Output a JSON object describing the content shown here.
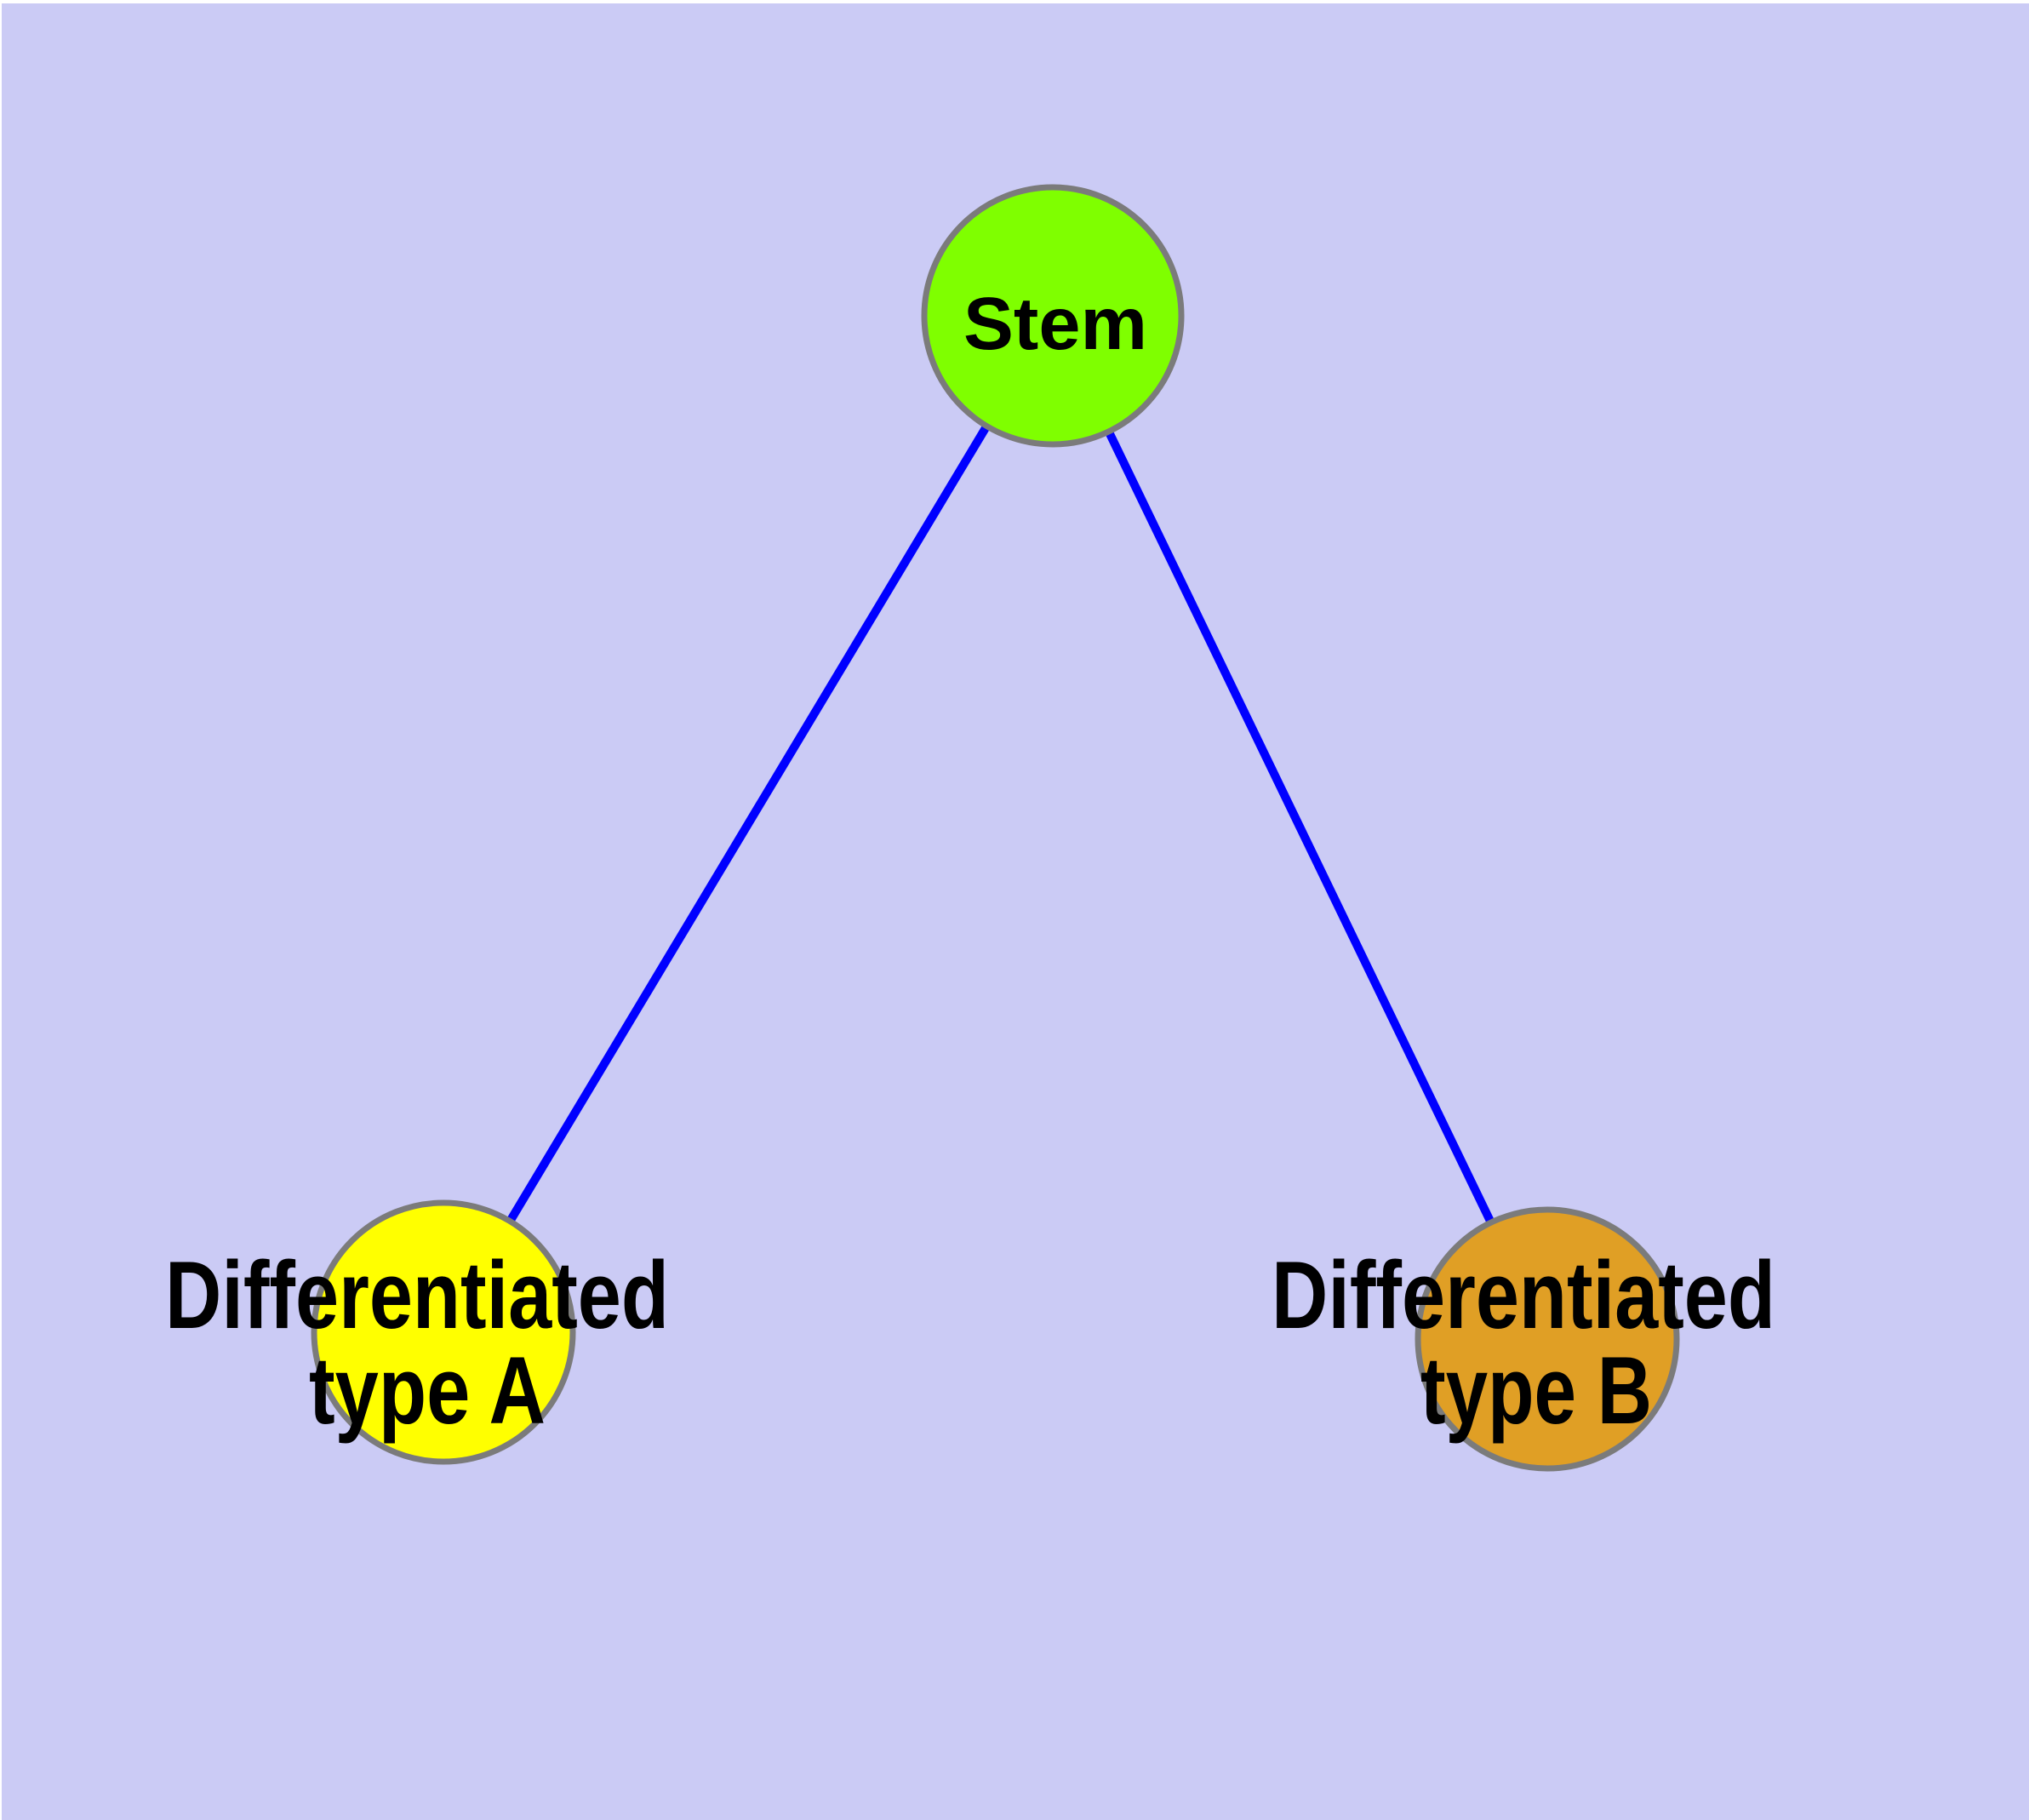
{
  "figure": {
    "background_color": "#CBCBF5",
    "margin_color": "#FFFFFF",
    "edge_color": "#0000FF",
    "node_border_color": "#7B7B7B",
    "label_color": "#000000",
    "nodes": {
      "stem": {
        "label": "Stem",
        "fill": "#7FFF00"
      },
      "type_a": {
        "line1": "Differentiated",
        "line2": "type A",
        "fill": "#FFFF00"
      },
      "type_b": {
        "line1": "Differentiated",
        "line2": "type B",
        "fill": "#E09F25"
      }
    },
    "edges": [
      {
        "from": "stem",
        "to": "type_a"
      },
      {
        "from": "stem",
        "to": "type_b"
      }
    ]
  }
}
